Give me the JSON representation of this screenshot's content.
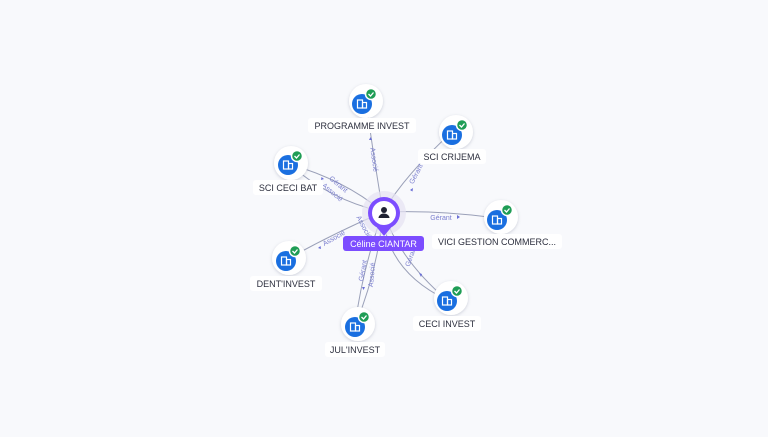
{
  "center": {
    "name": "Céline CIANTAR",
    "icon": "person-icon",
    "color": "#7c4dff"
  },
  "companies": [
    {
      "id": "programme-invest",
      "name": "PROGRAMME INVEST",
      "icon": "building-icon",
      "verified": true
    },
    {
      "id": "sci-crijema",
      "name": "SCI CRIJEMA",
      "icon": "building-icon",
      "verified": true
    },
    {
      "id": "sci-ceci-bat",
      "name": "SCI CECI BAT",
      "icon": "building-icon",
      "verified": true
    },
    {
      "id": "vici-gestion",
      "name": "VICI GESTION COMMERC...",
      "icon": "building-icon",
      "verified": true
    },
    {
      "id": "dent-invest",
      "name": "DENT'INVEST",
      "icon": "building-icon",
      "verified": true
    },
    {
      "id": "ceci-invest",
      "name": "CECI INVEST",
      "icon": "building-icon",
      "verified": true
    },
    {
      "id": "jul-invest",
      "name": "JUL'INVEST",
      "icon": "building-icon",
      "verified": true
    }
  ],
  "relations": [
    {
      "to": "programme-invest",
      "roles": [
        "Associé"
      ]
    },
    {
      "to": "sci-crijema",
      "roles": [
        "Gérant"
      ]
    },
    {
      "to": "sci-ceci-bat",
      "roles": [
        "Gérant",
        "Associé"
      ]
    },
    {
      "to": "vici-gestion",
      "roles": [
        "Gérant"
      ]
    },
    {
      "to": "dent-invest",
      "roles": [
        "Associé"
      ]
    },
    {
      "to": "ceci-invest",
      "roles": [
        "Gérant",
        "Associé"
      ]
    },
    {
      "to": "jul-invest",
      "roles": [
        "Gérant",
        "Associé"
      ]
    }
  ],
  "colors": {
    "node": "#1a6fe0",
    "verified": "#1f9d55",
    "edge": "#9aa0b8",
    "edge_label": "#7b7fcf"
  }
}
